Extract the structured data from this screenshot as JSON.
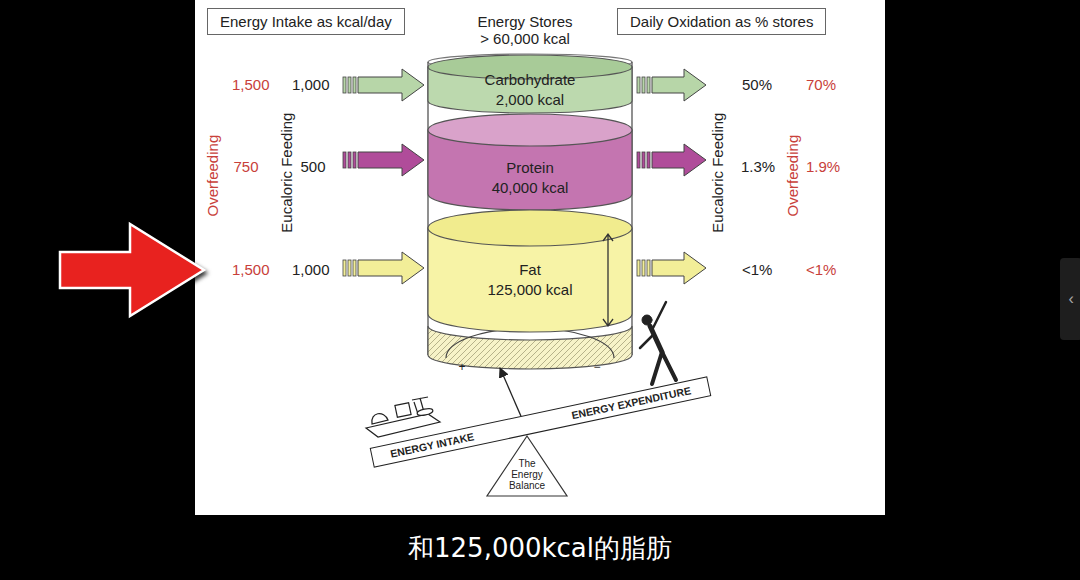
{
  "diagram": {
    "caption": "和125,000kcal的脂肪",
    "nodes": [
      {
        "text": [
          "Energy Intake as kcal/day"
        ]
      },
      {
        "text": [
          "Daily Oxidation as % stores"
        ]
      },
      {
        "text": [
          "Carbohydrate",
          "2,000 kcal"
        ]
      },
      {
        "text": [
          "Protein",
          "40,000 kcal"
        ]
      },
      {
        "text": [
          "Fat",
          "125,000 kcal"
        ]
      },
      {
        "text": [
          "ENERGY INTAKE",
          "ENERGY EXPENDITURE"
        ]
      },
      {
        "text": [
          "The Energy Balance"
        ]
      }
    ],
    "labels": [
      "Energy Stores > 60,000 kcal",
      "1,500",
      "1,000",
      "50%",
      "70%",
      "Overfeeding",
      "750",
      "500",
      "Eucaloric Feeding",
      "Eucaloric Feeding",
      "1.3%",
      "1.9%",
      "Overfeeding",
      "1,500",
      "1,000",
      "<1%",
      "<1%",
      "+",
      "−",
      "‹"
    ]
  }
}
